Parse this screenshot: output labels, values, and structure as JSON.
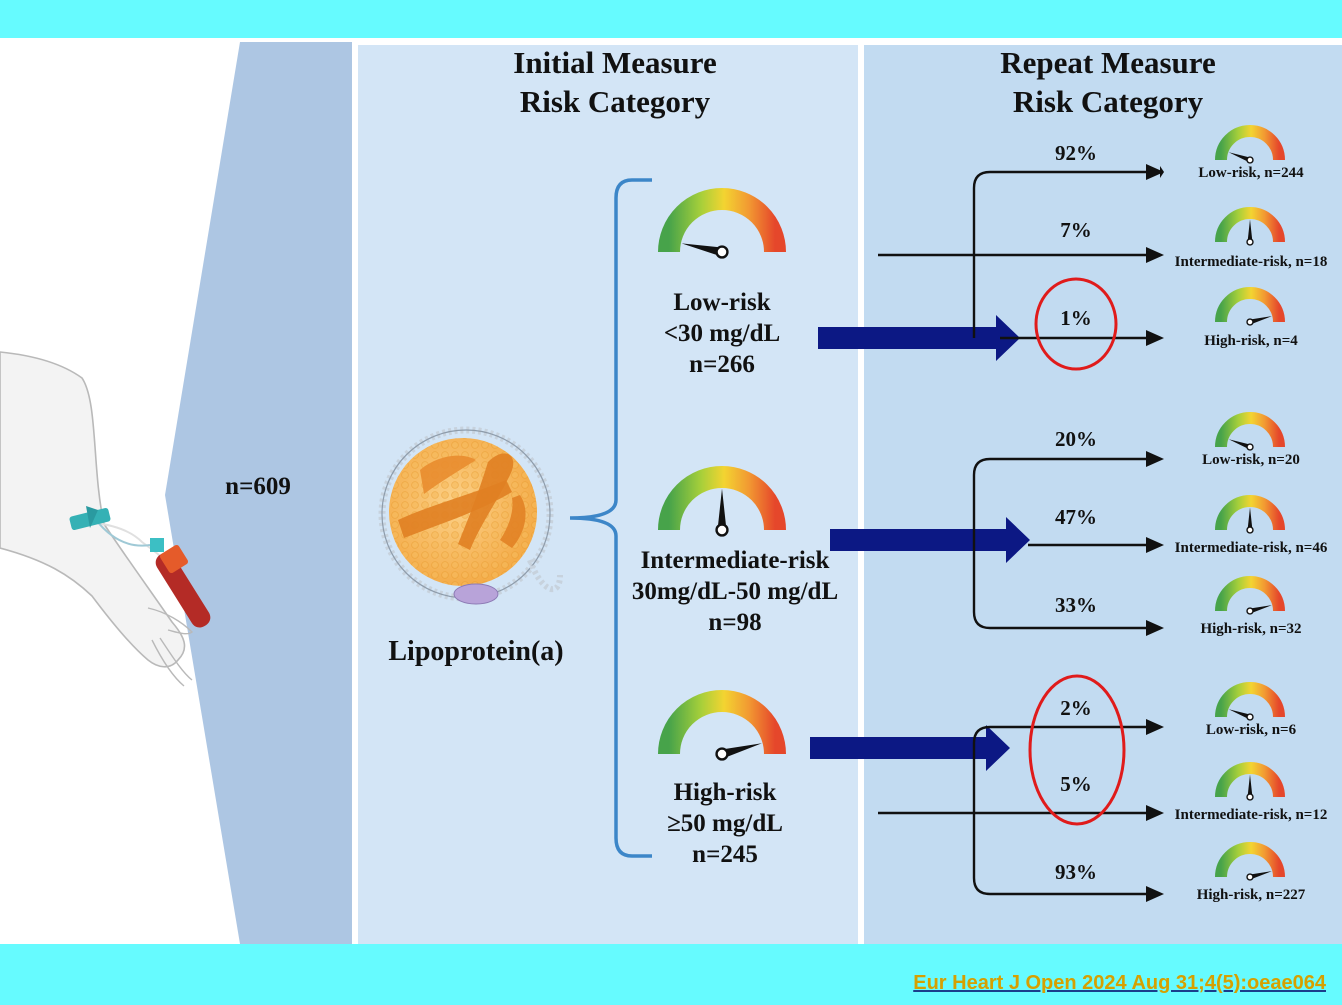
{
  "header": {
    "initial_line1": "Initial Measure",
    "initial_line2": "Risk Category",
    "repeat_line1": "Repeat Measure",
    "repeat_line2": "Risk Category"
  },
  "cohort": {
    "total": "n=609"
  },
  "lipoprotein_label": "Lipoprotein(a)",
  "initial_groups": [
    {
      "name": "Low-risk",
      "range": "<30 mg/dL",
      "n": "n=266"
    },
    {
      "name": "Intermediate-risk",
      "range": "30mg/dL-50 mg/dL",
      "n": "n=98"
    },
    {
      "name": "High-risk",
      "range": "≥50 mg/dL",
      "n": "n=245"
    }
  ],
  "repeat_outcomes": [
    [
      {
        "pct": "92%",
        "label": "Low-risk, n=244"
      },
      {
        "pct": "7%",
        "label": "Intermediate-risk, n=18"
      },
      {
        "pct": "1%",
        "label": "High-risk, n=4"
      }
    ],
    [
      {
        "pct": "20%",
        "label": "Low-risk, n=20"
      },
      {
        "pct": "47%",
        "label": "Intermediate-risk, n=46"
      },
      {
        "pct": "33%",
        "label": "High-risk, n=32"
      }
    ],
    [
      {
        "pct": "2%",
        "label": "Low-risk, n=6"
      },
      {
        "pct": "5%",
        "label": "Intermediate-risk, n=12"
      },
      {
        "pct": "93%",
        "label": "High-risk, n=227"
      }
    ]
  ],
  "citation": "Eur Heart J Open 2024 Aug 31;4(5):oeae064",
  "colors": {
    "band": "#66fbff",
    "panel_initial": "#d3e5f6",
    "panel_repeat": "#c2dbf1",
    "funnel": "#adc6e3",
    "bracket": "#3c86c8",
    "arrow_big": "#0c1884",
    "highlight_circle": "#e01b1b",
    "citation": "#d6a000"
  }
}
